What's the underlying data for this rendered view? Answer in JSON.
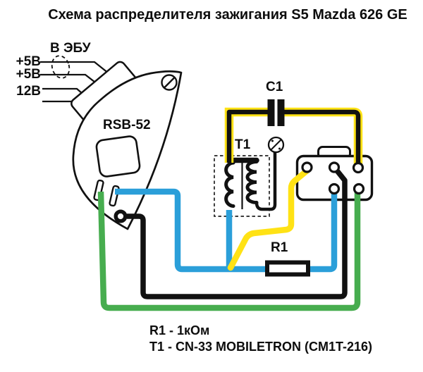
{
  "title": "Схема распределителя зажигания S5 Mazda 626 GE",
  "connector_labels": {
    "to_ecu": "В ЭБУ",
    "pin_5v_a": "+5В",
    "pin_5v_b": "+5В",
    "pin_12v": "12В"
  },
  "component_labels": {
    "distributor": "RSB-52",
    "capacitor": "C1",
    "transformer": "T1",
    "resistor": "R1"
  },
  "notes": {
    "resistor": "R1 - 1кОм",
    "transformer": "T1 - CN-33 MOBILETRON (CM1T-216)"
  },
  "wire_colors": {
    "yellow": "#FFE215",
    "blue": "#2B9FD9",
    "green": "#47AD4F",
    "black": "#111111"
  }
}
